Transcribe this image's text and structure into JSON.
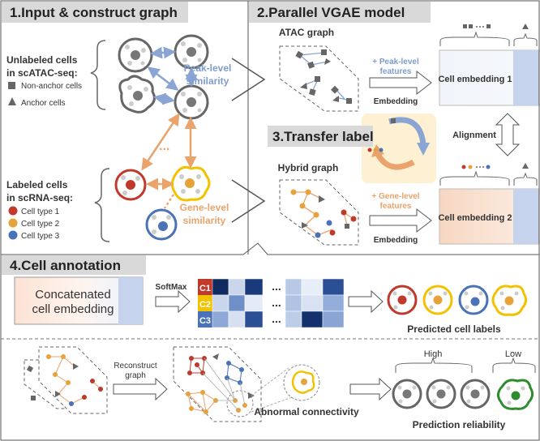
{
  "panel1": {
    "title": "1.Input & construct graph",
    "unlabeled_line1": "Unlabeled cells",
    "unlabeled_line2": "in scATAC-seq:",
    "non_anchor": "Non-anchor cells",
    "anchor": "Anchor cells",
    "peak_sim_1": "Peak-level",
    "peak_sim_2": "similarity",
    "labeled_line1": "Labeled cells",
    "labeled_line2": "in scRNA-seq:",
    "type1": "Cell type 1",
    "type2": "Cell type 2",
    "type3": "Cell type 3",
    "gene_sim_1": "Gene-level",
    "gene_sim_2": "similarity",
    "dots": "..."
  },
  "panel2": {
    "title": "2.Parallel VGAE model",
    "atac_graph": "ATAC graph",
    "peak_feat_1": "+ Peak-level",
    "peak_feat_2": "features",
    "embedding_1": "Embedding",
    "cell_emb_1": "Cell embedding 1",
    "alignment": "Alignment",
    "hybrid_graph": "Hybrid graph",
    "gene_feat_1": "+ Gene-level",
    "gene_feat_2": "features",
    "embedding_2": "Embedding",
    "cell_emb_2": "Cell embedding 2"
  },
  "panel3": {
    "title": "3.Transfer label"
  },
  "panel4": {
    "title": "4.Cell annotation",
    "concat_1": "Concatenated",
    "concat_2": "cell embedding",
    "softmax": "SoftMax",
    "rows": [
      "C1",
      "C2",
      "C3"
    ],
    "dots": "...",
    "predicted": "Predicted cell labels",
    "reconstruct_1": "Reconstruct",
    "reconstruct_2": "graph",
    "abnormal": "Abnormal connectivity",
    "high": "High",
    "low": "Low",
    "reliability": "Prediction reliability"
  },
  "colors": {
    "red": "#c0392b",
    "yellow": "#f2c200",
    "blue": "#4a72b8",
    "orange": "#e9a36b",
    "green": "#2e8b2e",
    "header_bg": "#d9d9d9"
  }
}
